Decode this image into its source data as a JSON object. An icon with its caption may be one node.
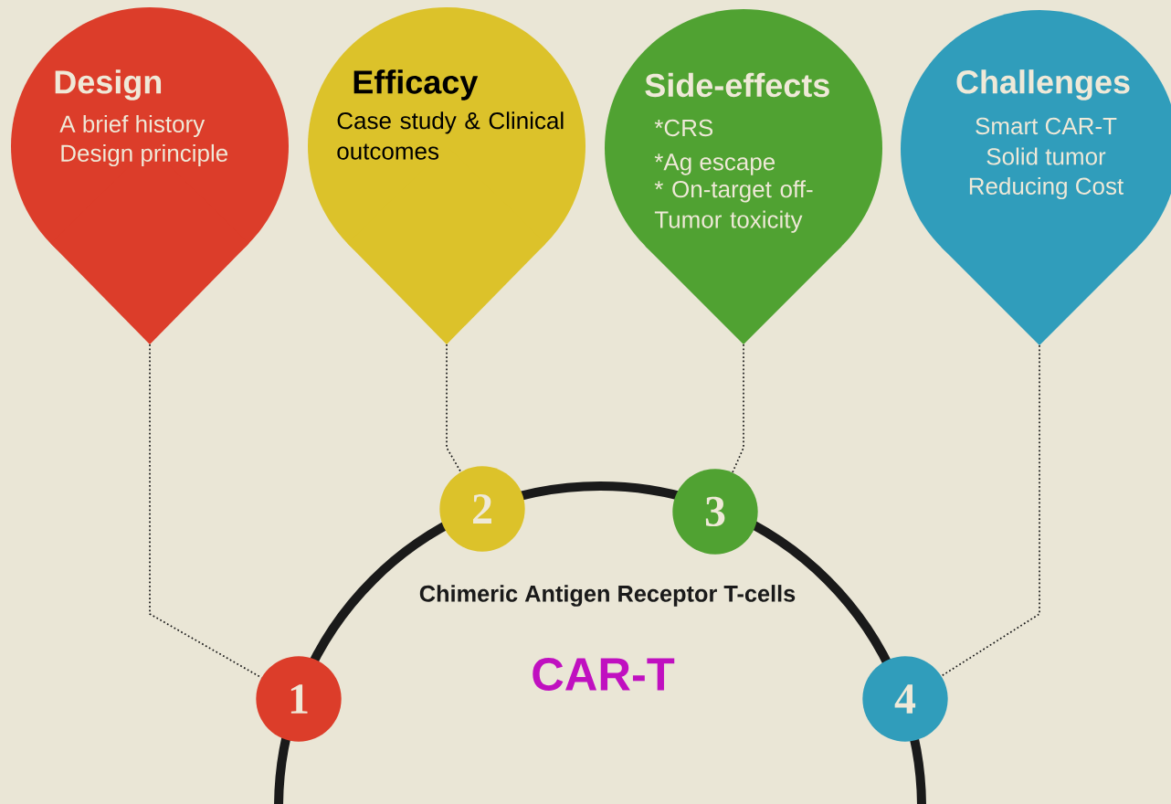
{
  "diagram": {
    "nodes": [
      {
        "text": [
          "Design",
          "A brief history",
          "Design principle"
        ]
      },
      {
        "text": [
          "Efficacy",
          "Case study & Clinical outcomes"
        ]
      },
      {
        "text": [
          "Side-effects",
          "*CRS",
          "*Ag escape",
          "* On-target off-Tumor toxicity"
        ]
      },
      {
        "text": [
          "Challenges",
          "Smart CAR-T",
          "Solid tumor",
          "Reducing Cost"
        ]
      },
      {
        "text": [
          "1"
        ]
      },
      {
        "text": [
          "2"
        ]
      },
      {
        "text": [
          "3"
        ]
      },
      {
        "text": [
          "4"
        ]
      },
      {
        "text": [
          "Chimeric Antigen Receptor T-cells",
          "CAR-T"
        ]
      }
    ],
    "edges": [
      {
        "from": 0,
        "to": 4,
        "arrow": "none"
      },
      {
        "from": 1,
        "to": 5,
        "arrow": "none"
      },
      {
        "from": 2,
        "to": 6,
        "arrow": "none"
      },
      {
        "from": 3,
        "to": 7,
        "arrow": "none"
      }
    ]
  }
}
